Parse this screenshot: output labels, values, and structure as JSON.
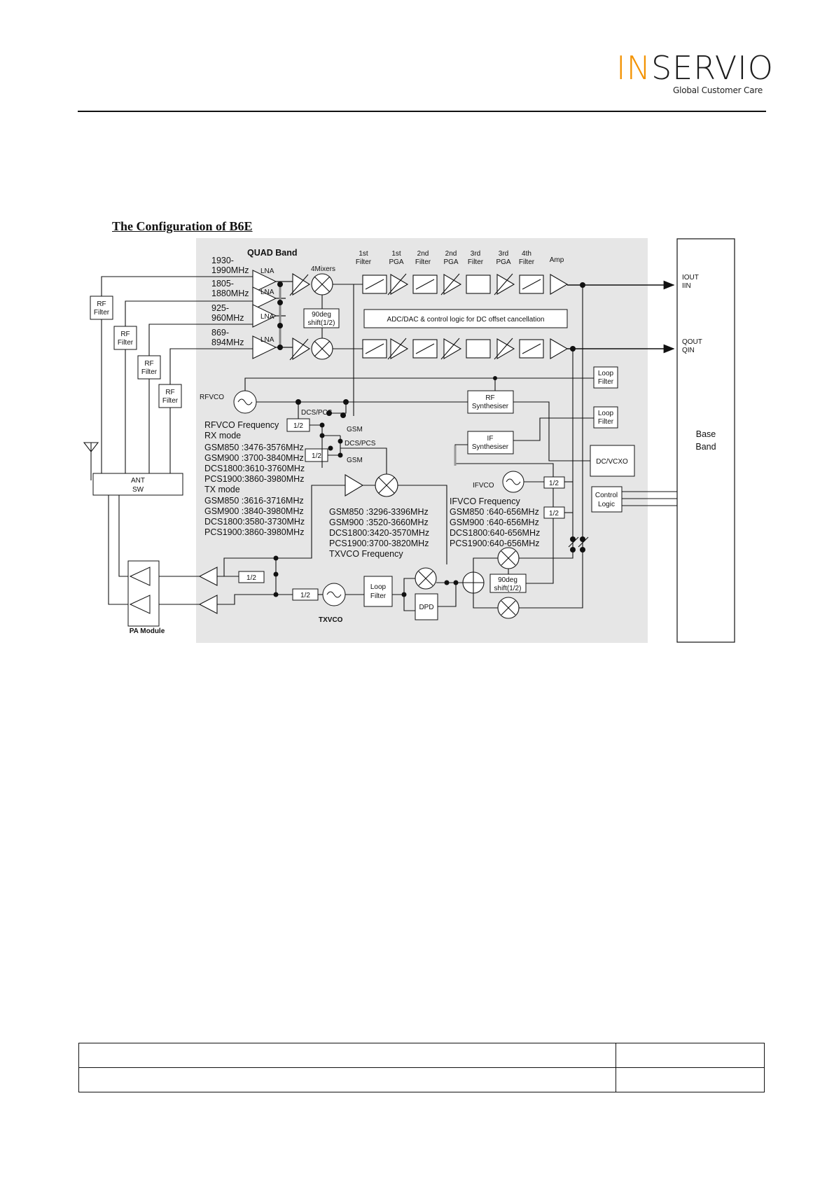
{
  "header": {
    "logo": {
      "prefix": "IN",
      "suffix": "SERVIO",
      "tagline": "Global Customer Care"
    }
  },
  "diagram": {
    "title": "The Configuration of B6E",
    "quad_band": "QUAD Band",
    "bands": [
      {
        "line1": "1930-",
        "line2": "1990MHz"
      },
      {
        "line1": "1805-",
        "line2": "1880MHz"
      },
      {
        "line1": "925-",
        "line2": "960MHz"
      },
      {
        "line1": "869-",
        "line2": "894MHz"
      }
    ],
    "lna": "LNA",
    "mixers": "4Mixers",
    "shift_rx": {
      "line1": "90deg",
      "line2": "shift(1/2)"
    },
    "chain_headers": [
      {
        "line1": "1st",
        "line2": "Filter"
      },
      {
        "line1": "1st",
        "line2": "PGA"
      },
      {
        "line1": "2nd",
        "line2": "Filter"
      },
      {
        "line1": "2nd",
        "line2": "PGA"
      },
      {
        "line1": "3rd",
        "line2": "Filter"
      },
      {
        "line1": "3rd",
        "line2": "PGA"
      },
      {
        "line1": "4th",
        "line2": "Filter"
      },
      {
        "line1": "Amp",
        "line2": ""
      }
    ],
    "adc_dac": "ADC/DAC & control logic for DC offset cancellation",
    "outputs": {
      "i": {
        "line1": "IOUT",
        "line2": "IIN"
      },
      "q": {
        "line1": "QOUT",
        "line2": "QIN"
      }
    },
    "rf_filter": {
      "line1": "RF",
      "line2": "Filter"
    },
    "ant_sw": {
      "line1": "ANT",
      "line2": "SW"
    },
    "pa_module": "PA Module",
    "rfvco": "RFVCO",
    "dcs_pcs": "DCS/PCS",
    "gsm": "GSM",
    "half": "1/2",
    "rfvco_freq": {
      "title": "RFVCO Frequency",
      "rx_mode": "RX mode",
      "rx": [
        "GSM850 :3476-3576MHz",
        "GSM900 :3700-3840MHz",
        "DCS1800:3610-3760MHz",
        "PCS1900:3860-3980MHz"
      ],
      "tx_mode": "TX mode",
      "tx": [
        "GSM850 :3616-3716MHz",
        "GSM900 :3840-3980MHz",
        "DCS1800:3580-3730MHz",
        "PCS1900:3860-3980MHz"
      ]
    },
    "txvco_freq": {
      "lines": [
        "GSM850 :3296-3396MHz",
        "GSM900 :3520-3660MHz",
        "DCS1800:3420-3570MHz",
        "PCS1900:3700-3820MHz"
      ],
      "title": "TXVCO Frequency"
    },
    "ifvco": "IFVCO",
    "ifvco_freq": {
      "title": "IFVCO Frequency",
      "lines": [
        "GSM850 :640-656MHz",
        "GSM900 :640-656MHz",
        "DCS1800:640-656MHz",
        "PCS1900:640-656MHz"
      ]
    },
    "rf_synth": {
      "line1": "RF",
      "line2": "Synthesiser"
    },
    "if_synth": {
      "line1": "IF",
      "line2": "Synthesiser"
    },
    "loop_filter": {
      "line1": "Loop",
      "line2": "Filter"
    },
    "dc_vcxo": "DC/VCXO",
    "control_logic": {
      "line1": "Control",
      "line2": "Logic"
    },
    "base_band": {
      "line1": "Base",
      "line2": "Band"
    },
    "txvco": "TXVCO",
    "dpd": "DPD",
    "shift_tx": {
      "line1": "90deg",
      "line2": "shift(1/2)"
    }
  },
  "colors": {
    "accent": "#f39200",
    "panel": "#e6e6e6"
  }
}
